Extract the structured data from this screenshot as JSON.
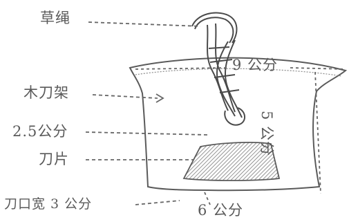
{
  "labels": {
    "straw_rope": "草绳",
    "wood_frame": "木刀架",
    "thickness": "2.5公分",
    "blade": "刀片",
    "edge_width": "刀口宽 3 公分",
    "top_width": "9 公分",
    "height": "5 公分",
    "bottom_width": "6 公分"
  },
  "colors": {
    "ink": "#5a5a5a",
    "blade_hatch": "#8a8a8a"
  }
}
